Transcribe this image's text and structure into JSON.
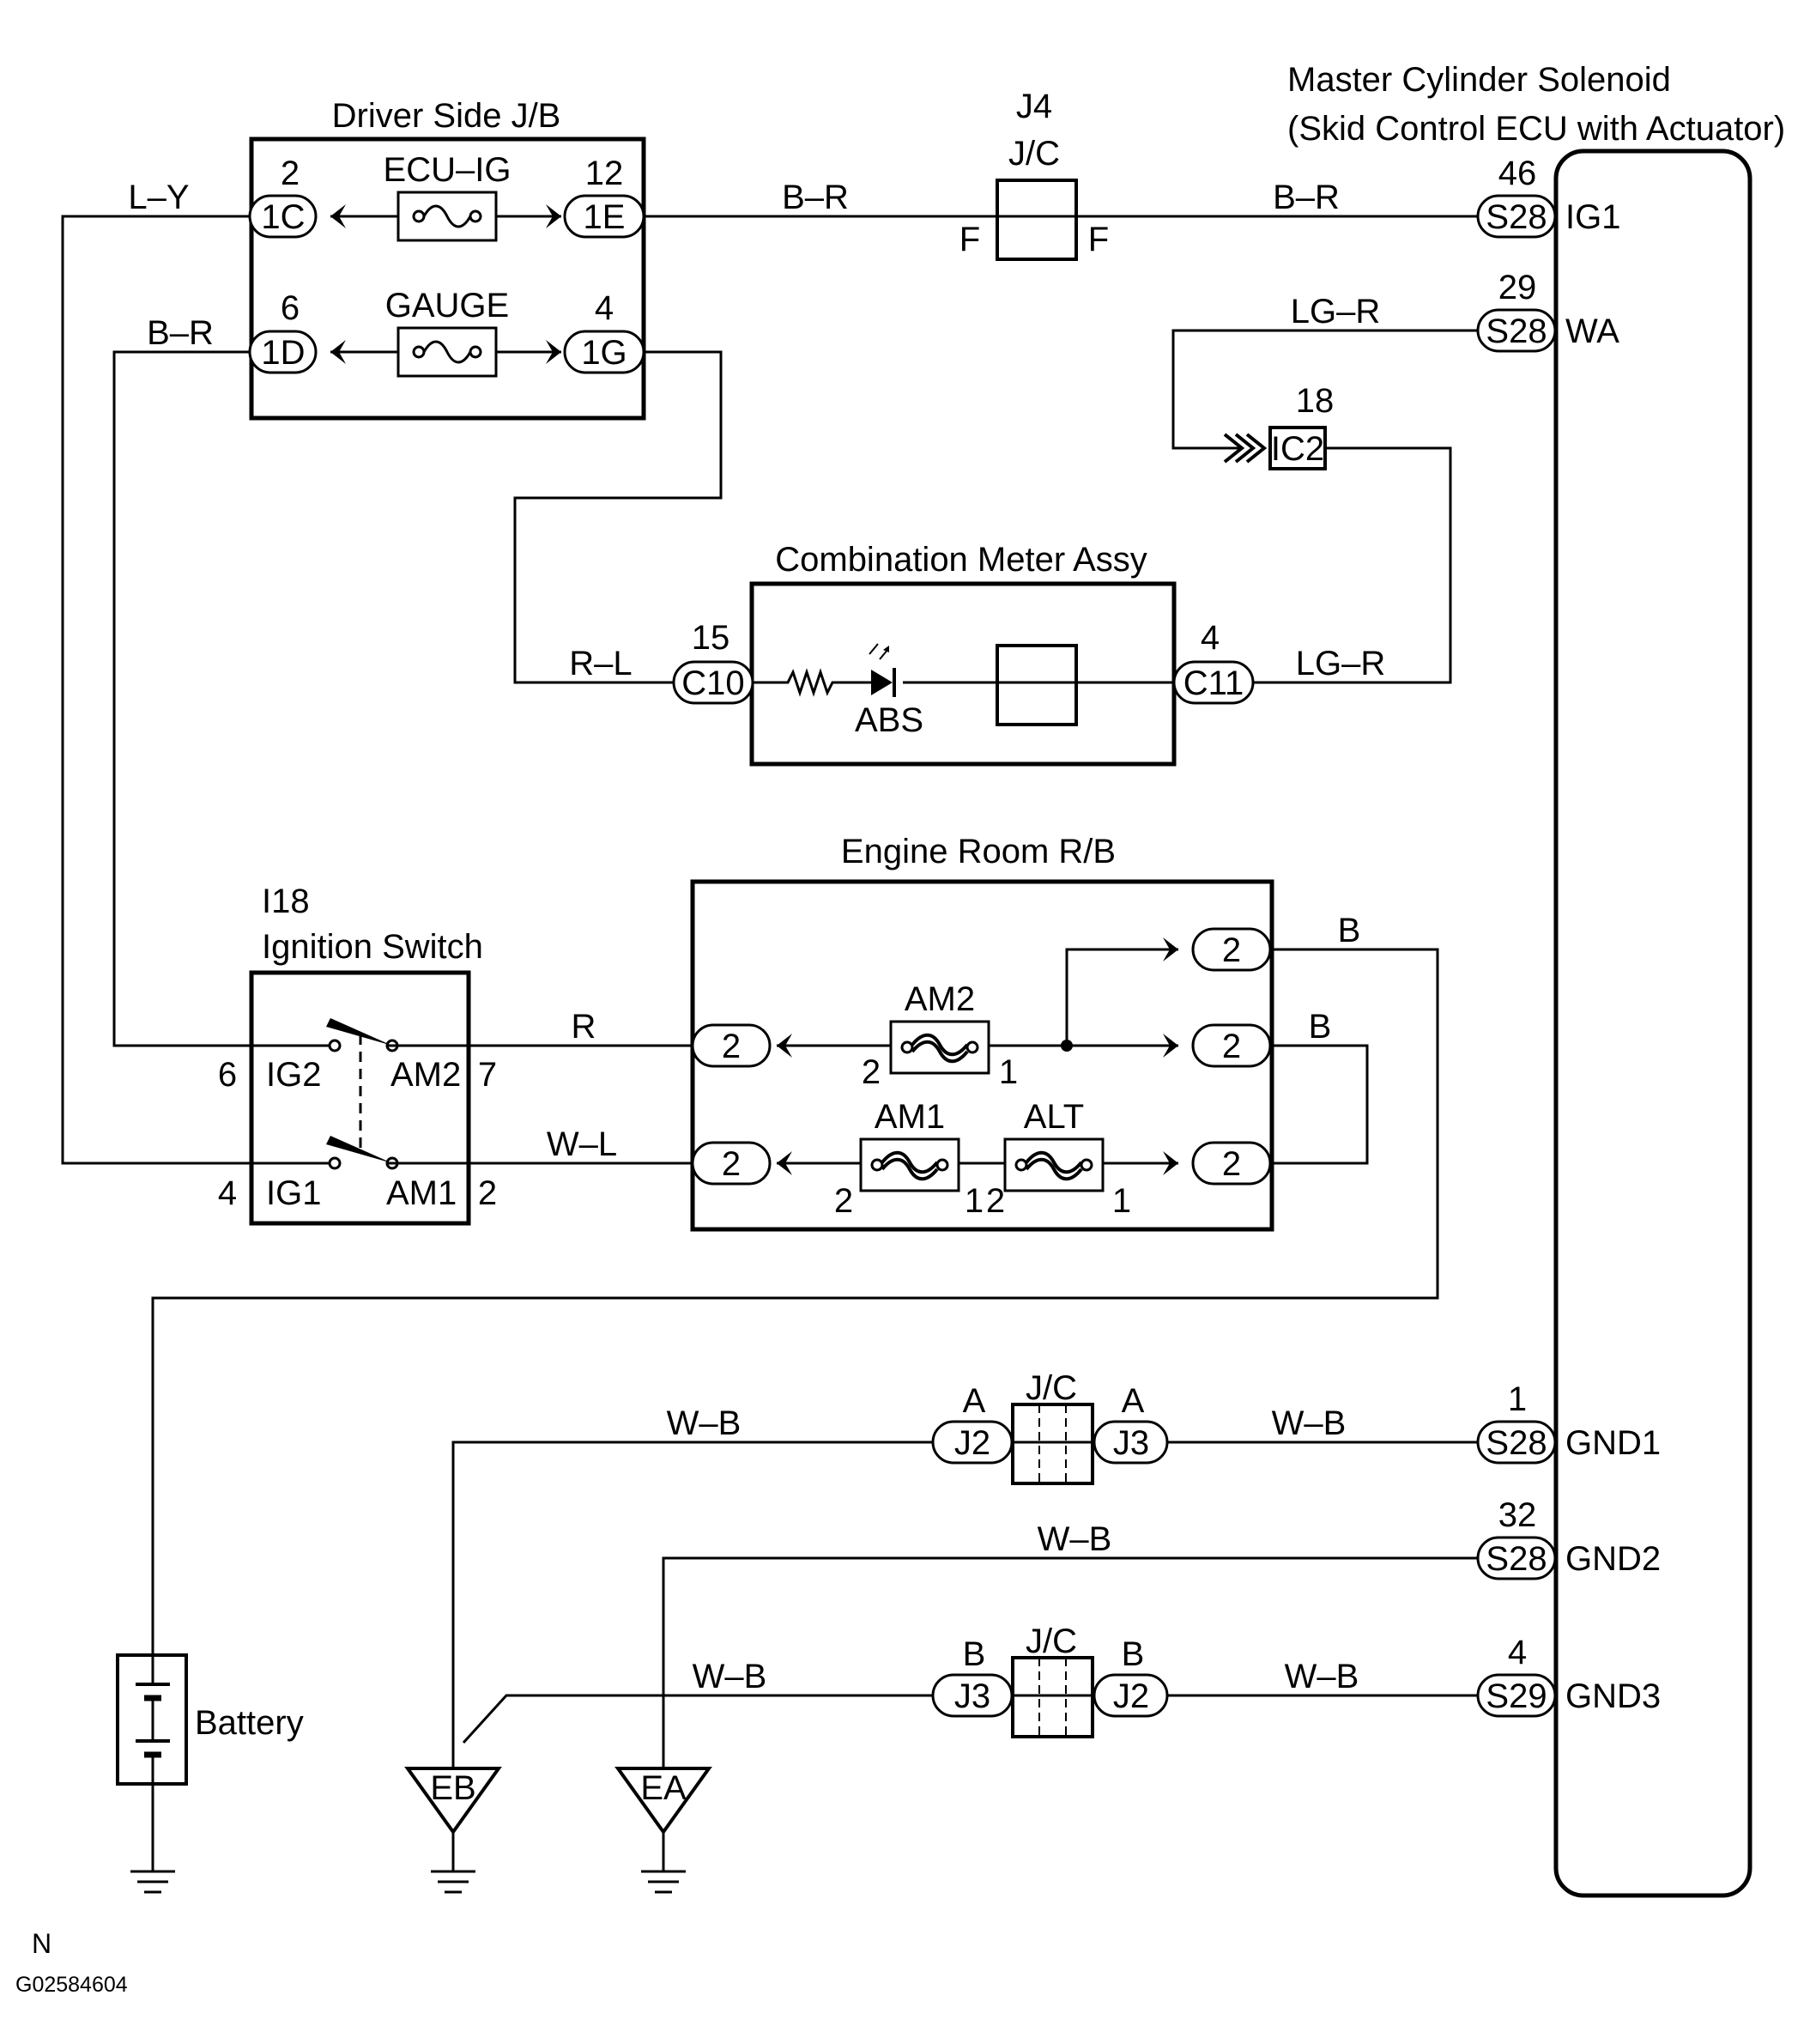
{
  "components": {
    "driver_jb": {
      "title": "Driver Side J/B",
      "fuse_ecu": "ECU–IG",
      "fuse_gauge": "GAUGE",
      "pin_1c_num": "2",
      "pin_1c": "1C",
      "pin_1e_num": "12",
      "pin_1e": "1E",
      "pin_1d_num": "6",
      "pin_1d": "1D",
      "pin_1g_num": "4",
      "pin_1g": "1G"
    },
    "j4": {
      "id": "J4",
      "name": "J/C",
      "left_pin": "F",
      "right_pin": "F"
    },
    "master": {
      "title_line1": "Master Cylinder Solenoid",
      "title_line2": "(Skid Control ECU with Actuator)",
      "pins": [
        {
          "num": "46",
          "conn": "S28",
          "name": "IG1"
        },
        {
          "num": "29",
          "conn": "S28",
          "name": "WA"
        },
        {
          "num": "1",
          "conn": "S28",
          "name": "GND1"
        },
        {
          "num": "32",
          "conn": "S28",
          "name": "GND2"
        },
        {
          "num": "4",
          "conn": "S29",
          "name": "GND3"
        }
      ]
    },
    "ic2": {
      "num": "18",
      "conn": "IC2"
    },
    "combination_meter": {
      "title": "Combination Meter Assy",
      "left_num": "15",
      "left_conn": "C10",
      "right_num": "4",
      "right_conn": "C11",
      "lamp": "ABS"
    },
    "engine_room_rb": {
      "title": "Engine Room R/B",
      "connector": "2",
      "fuse_am2": "AM2",
      "fuse_am1": "AM1",
      "fuse_alt": "ALT",
      "am2_left": "2",
      "am2_right": "1",
      "am1_left": "2",
      "am1_right": "1",
      "alt_left": "2",
      "alt_right": "1"
    },
    "ignition_switch": {
      "id": "I18",
      "title": "Ignition Switch",
      "ig2": "IG2",
      "am2": "AM2",
      "ig1": "IG1",
      "am1": "AM1",
      "pin_ig2": "6",
      "pin_am2": "7",
      "pin_ig1": "4",
      "pin_am1": "2"
    },
    "junction_a": {
      "name": "J/C",
      "left_letter": "A",
      "right_letter": "A",
      "left_conn": "J2",
      "right_conn": "J3"
    },
    "junction_b": {
      "name": "J/C",
      "left_letter": "B",
      "right_letter": "B",
      "left_conn": "J3",
      "right_conn": "J2"
    },
    "battery": "Battery",
    "ground_eb": "EB",
    "ground_ea": "EA"
  },
  "wires": {
    "ly": "L–Y",
    "br_left": "B–R",
    "br_mid": "B–R",
    "br_right": "B–R",
    "lgr_top": "LG–R",
    "lgr_meter": "LG–R",
    "rl": "R–L",
    "r": "R",
    "wl": "W–L",
    "b_top": "B",
    "b_mid": "B",
    "wb_1": "W–B",
    "wb_2": "W–B",
    "wb_3": "W–B",
    "wb_4": "W–B",
    "wb_5": "W–B"
  },
  "footer": {
    "letter": "N",
    "code": "G02584604"
  }
}
